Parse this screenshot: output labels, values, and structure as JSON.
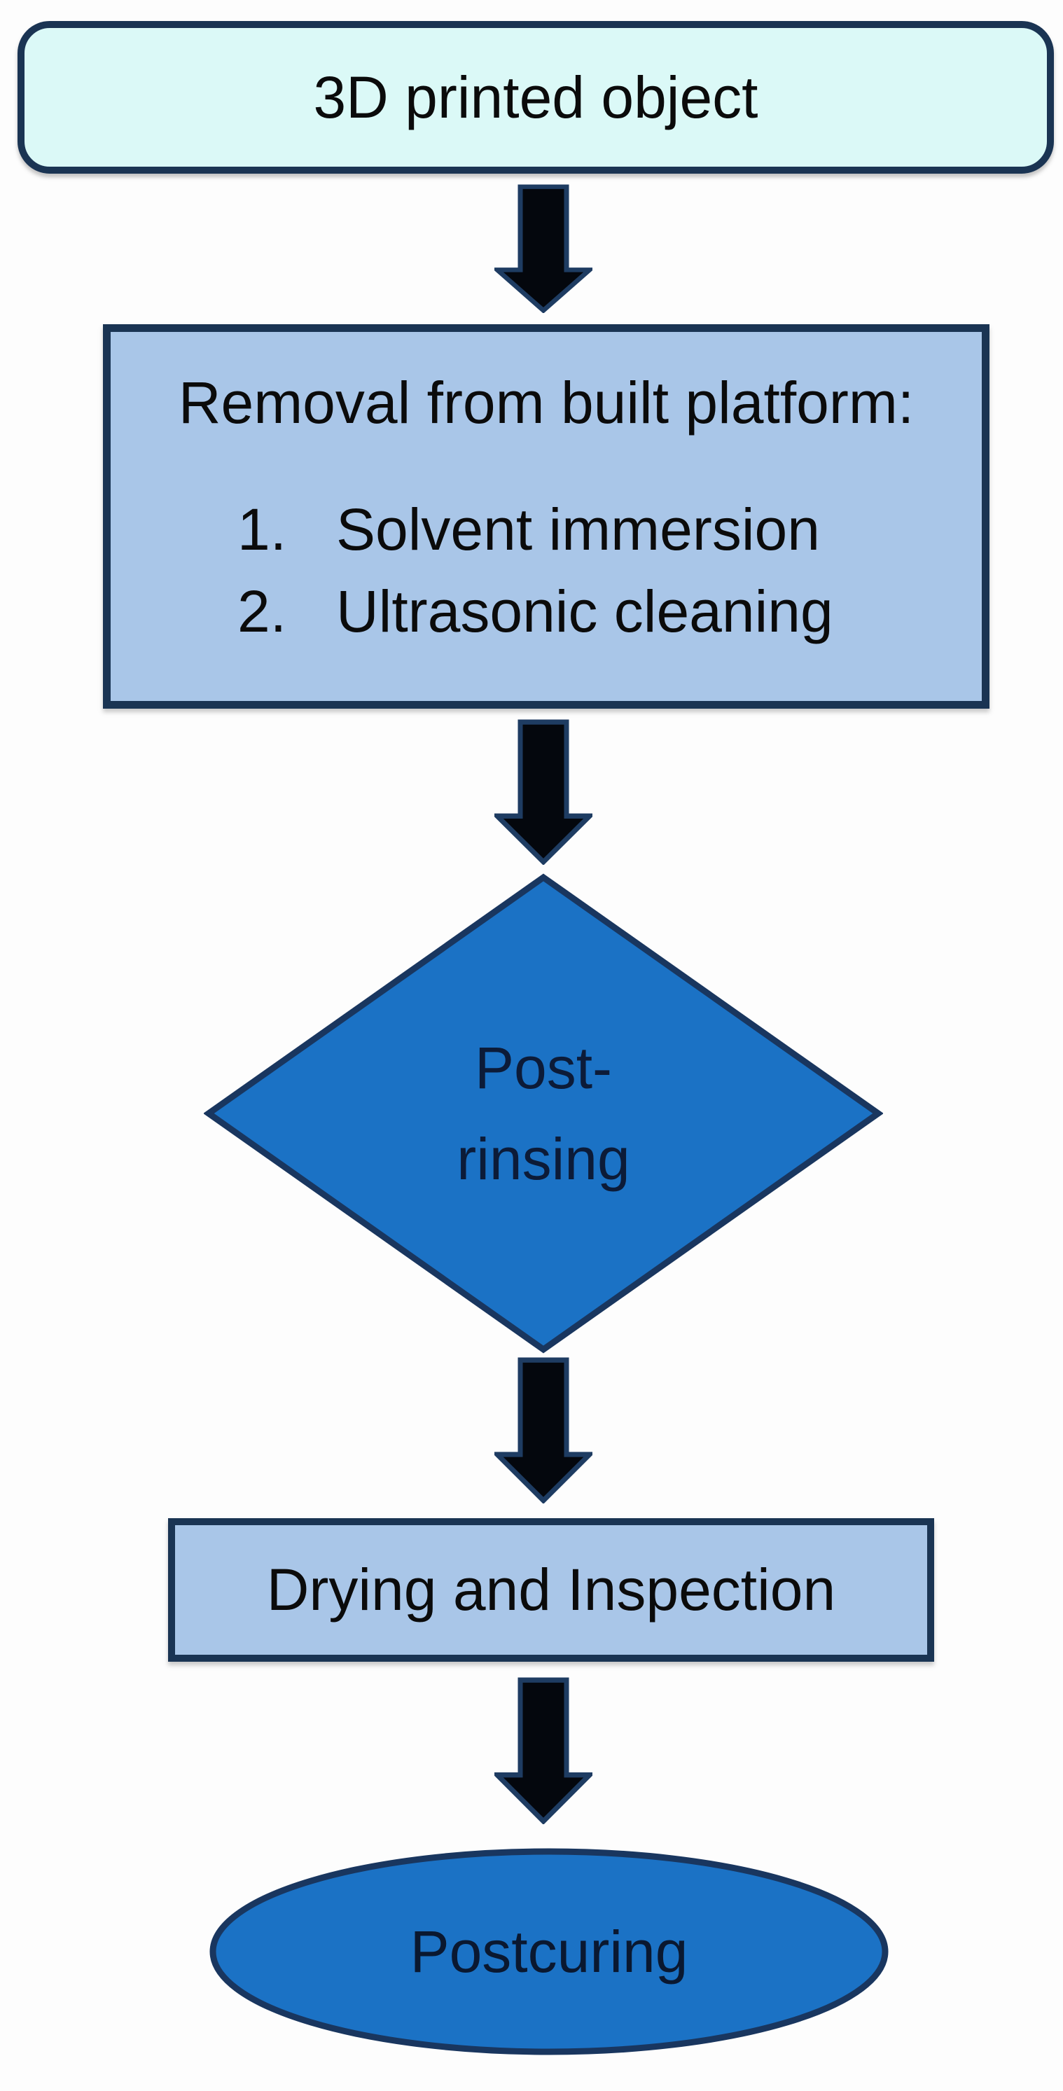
{
  "flowchart": {
    "background_color": "#fdfdfd",
    "border_color": "#1a3453",
    "text_color": "#0b0b0b",
    "decision_text_color": "#0c1b38",
    "arrow": {
      "fill": "#04070d",
      "outline": "#1e3c62",
      "direction": "down",
      "count": 4
    },
    "nodes": {
      "printed_object": {
        "shape": "rounded-rectangle",
        "fill": "#dbf9f7",
        "label": "3D printed object"
      },
      "removal": {
        "shape": "rectangle",
        "fill": "#a9c6e8",
        "title": "Removal from built platform:",
        "items": [
          {
            "num": "1.",
            "label": "Solvent immersion"
          },
          {
            "num": "2.",
            "label": "Ultrasonic cleaning"
          }
        ]
      },
      "post_rinsing": {
        "shape": "diamond",
        "fill": "#1b72c5",
        "line1": "Post-",
        "line2": "rinsing"
      },
      "drying": {
        "shape": "rectangle",
        "fill": "#a9c6e8",
        "label": "Drying and Inspection"
      },
      "postcuring": {
        "shape": "ellipse",
        "fill": "#1b72c5",
        "label": "Postcuring"
      }
    }
  }
}
